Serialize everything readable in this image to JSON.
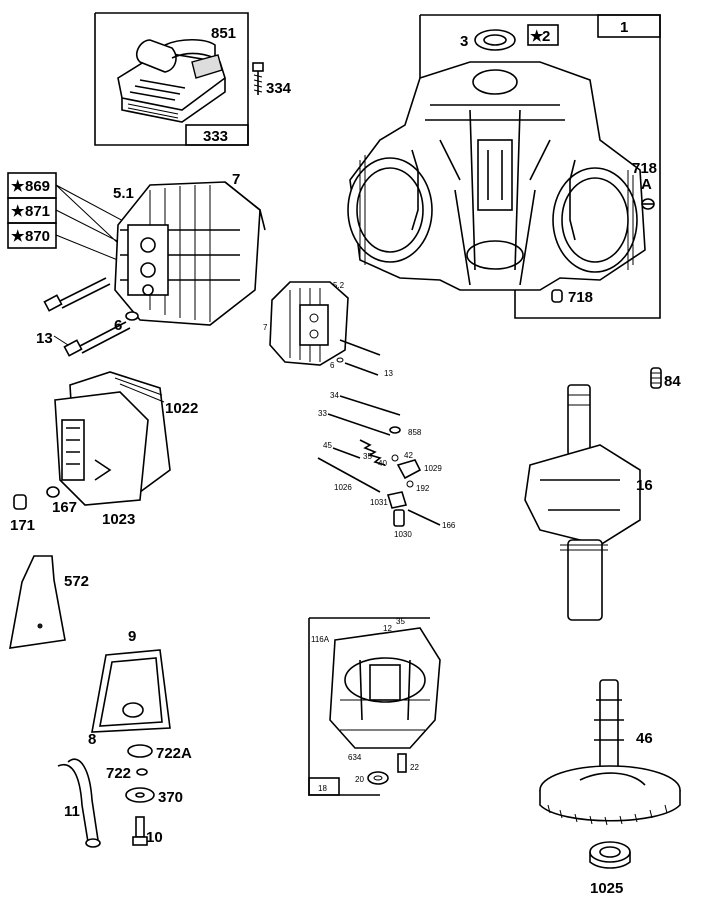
{
  "labels": {
    "l851": "851",
    "l334": "334",
    "l333": "333",
    "l1": "1",
    "l2": "2",
    "l3": "3",
    "l718a": "718",
    "l718a_suffix": "A",
    "l718": "718",
    "l869": "869",
    "l871": "871",
    "l870": "870",
    "l51": "5.1",
    "l7": "7",
    "l13": "13",
    "l6": "6",
    "l52": "5.2",
    "l7b": "7",
    "l6b": "6",
    "l13b": "13",
    "l84": "84",
    "l34": "34",
    "l33": "33",
    "l858": "858",
    "l35": "35",
    "l40": "40",
    "l42": "42",
    "l45": "45",
    "l1029": "1029",
    "l1026": "1026",
    "l192": "192",
    "l1031": "1031",
    "l166": "166",
    "l1030": "1030",
    "l1022": "1022",
    "l1023": "1023",
    "l171": "171",
    "l167": "167",
    "l16": "16",
    "l572": "572",
    "l9": "9",
    "l8": "8",
    "l722a": "722A",
    "l722": "722",
    "l370": "370",
    "l11": "11",
    "l10": "10",
    "l116a": "116A",
    "l12": "12",
    "l35b": "35",
    "l634": "634",
    "l22": "22",
    "l18": "18",
    "l20": "20",
    "l46": "46",
    "l1025": "1025"
  },
  "symbols": {
    "star": "★"
  }
}
